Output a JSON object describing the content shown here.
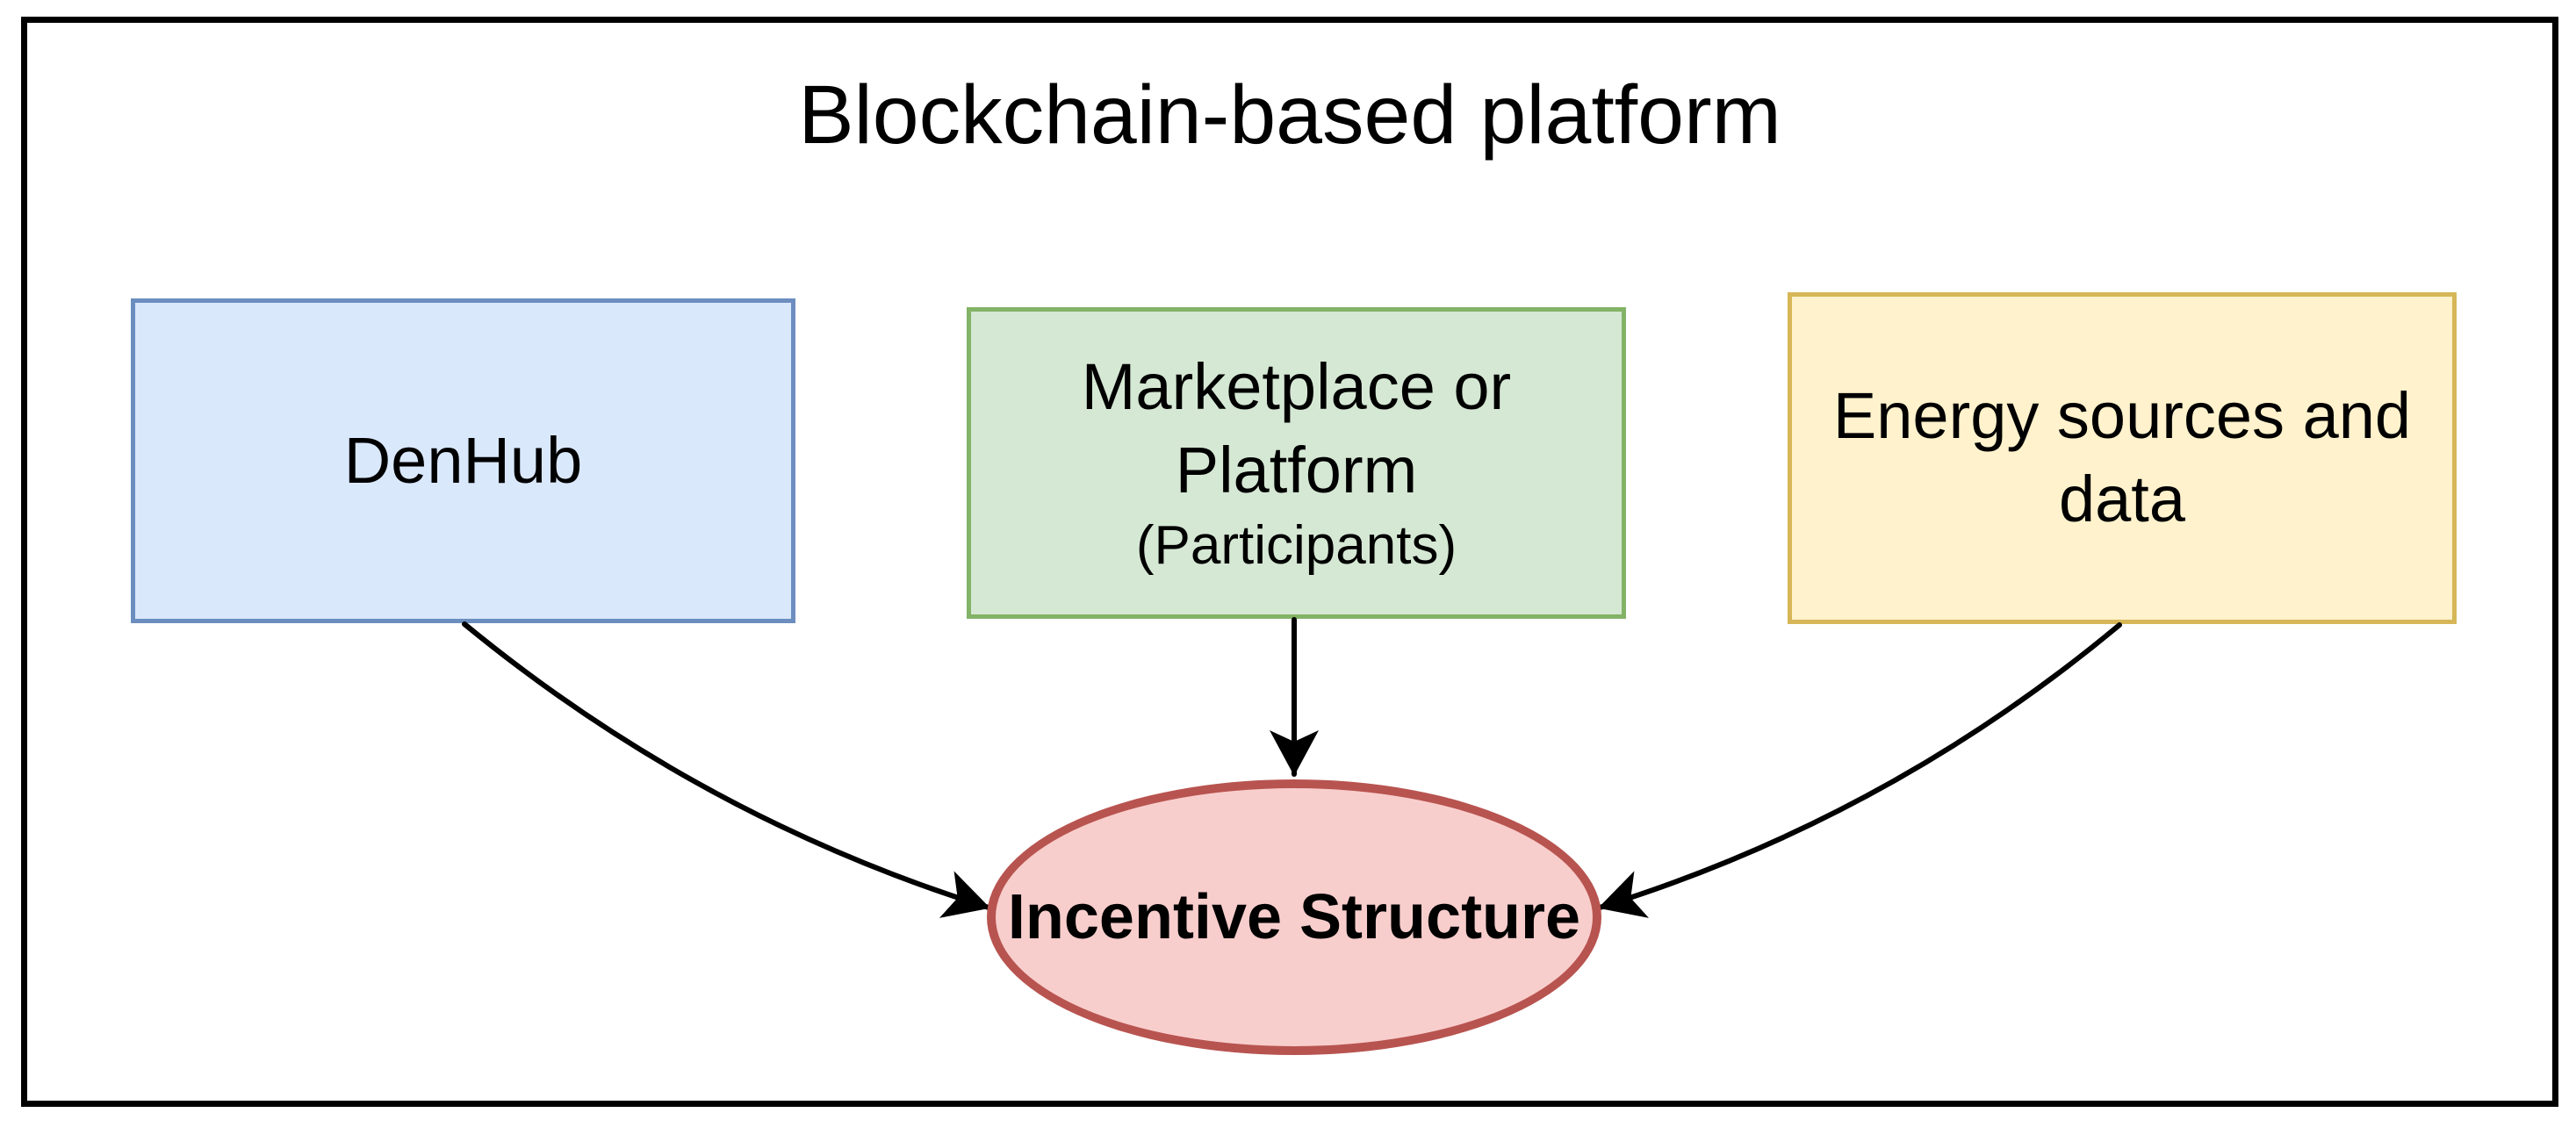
{
  "title": "Blockchain-based platform",
  "boxes": [
    {
      "id": "denhub",
      "label": "DenHub",
      "fill": "#dae8fc",
      "stroke": "#6c8ebf"
    },
    {
      "id": "marketplace",
      "label": "Marketplace or Platform",
      "sublabel": "(Participants)",
      "fill": "#d5e8d4",
      "stroke": "#82b366"
    },
    {
      "id": "energy-sources",
      "label": "Energy sources and data",
      "fill": "#fff2cc",
      "stroke": "#d6b656"
    }
  ],
  "ellipse": {
    "label": "Incentive Structure",
    "fill": "#f8cecc",
    "stroke": "#b85450"
  },
  "connectors": {
    "color": "#000000",
    "items": [
      {
        "from": "denhub",
        "to": "incentive-structure"
      },
      {
        "from": "marketplace",
        "to": "incentive-structure"
      },
      {
        "from": "energy-sources",
        "to": "incentive-structure"
      }
    ]
  },
  "frame": {
    "border_color": "#000000",
    "background": "#ffffff"
  },
  "text_color": "#000000"
}
